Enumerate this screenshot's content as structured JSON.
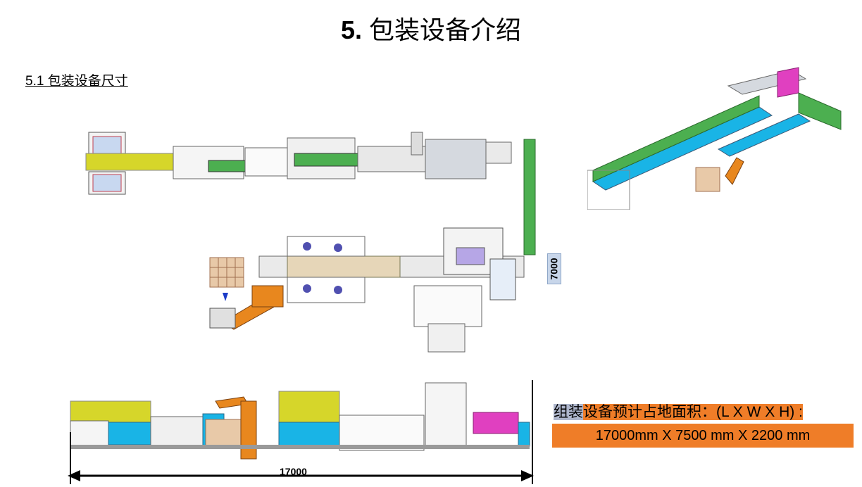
{
  "page": {
    "title_num": "5.",
    "title_text": "包装设备介绍",
    "subtitle": "5.1  包装设备尺寸"
  },
  "dimensions": {
    "height_label": "7000",
    "length_label": "17000"
  },
  "area_note": {
    "prefix_highlight": "组装",
    "line1_rest": "设备预计占地面积：(L X W X H) :",
    "line2": "17000mm X 7500 mm X 2200 mm"
  },
  "colors": {
    "accent_orange": "#ef7d28",
    "machine_green": "#4caf50",
    "machine_cyan": "#19b4e6",
    "machine_yellow": "#d6d62a",
    "robot_orange": "#e8871e",
    "machine_magenta": "#e040c0",
    "pallet_tan": "#e8c9a8"
  }
}
